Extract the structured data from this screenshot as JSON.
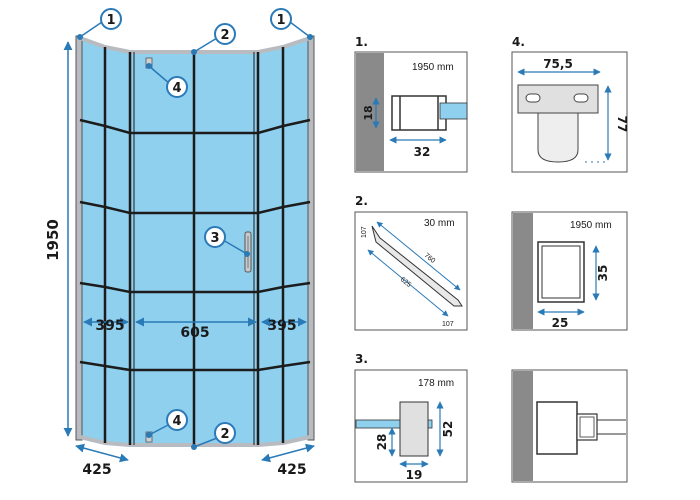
{
  "colors": {
    "glass": "#8fd0ef",
    "frame": "#1c1c1c",
    "profile": "#b8bcc0",
    "dimension": "#2a7ab8",
    "wall": "#8a8a8a",
    "callout": "#2a7ab8"
  },
  "main": {
    "height_label": "1950",
    "left_width_label": "395",
    "center_width_label": "605",
    "right_width_label": "395",
    "bottom_left_label": "425",
    "bottom_right_label": "425",
    "callouts": {
      "c1_left": "1",
      "c1_right": "1",
      "c2_top": "2",
      "c2_bottom": "2",
      "c3": "3",
      "c4_top": "4",
      "c4_bottom": "4"
    }
  },
  "details": {
    "d1": {
      "label": "1.",
      "length": "1950 mm",
      "height": "18",
      "width": "32"
    },
    "d2": {
      "label": "2.",
      "length": "30 mm",
      "dim_107_left": "107",
      "dim_760": "760",
      "dim_625": "625",
      "dim_107_bottom": "107"
    },
    "d3": {
      "label": "3.",
      "length": "178 mm",
      "dim_52": "52",
      "dim_28": "28",
      "dim_19": "19"
    },
    "d4": {
      "label": "4.",
      "width": "75,5",
      "height": "77"
    },
    "d5": {
      "length": "1950 mm",
      "height": "35",
      "width": "25"
    }
  }
}
